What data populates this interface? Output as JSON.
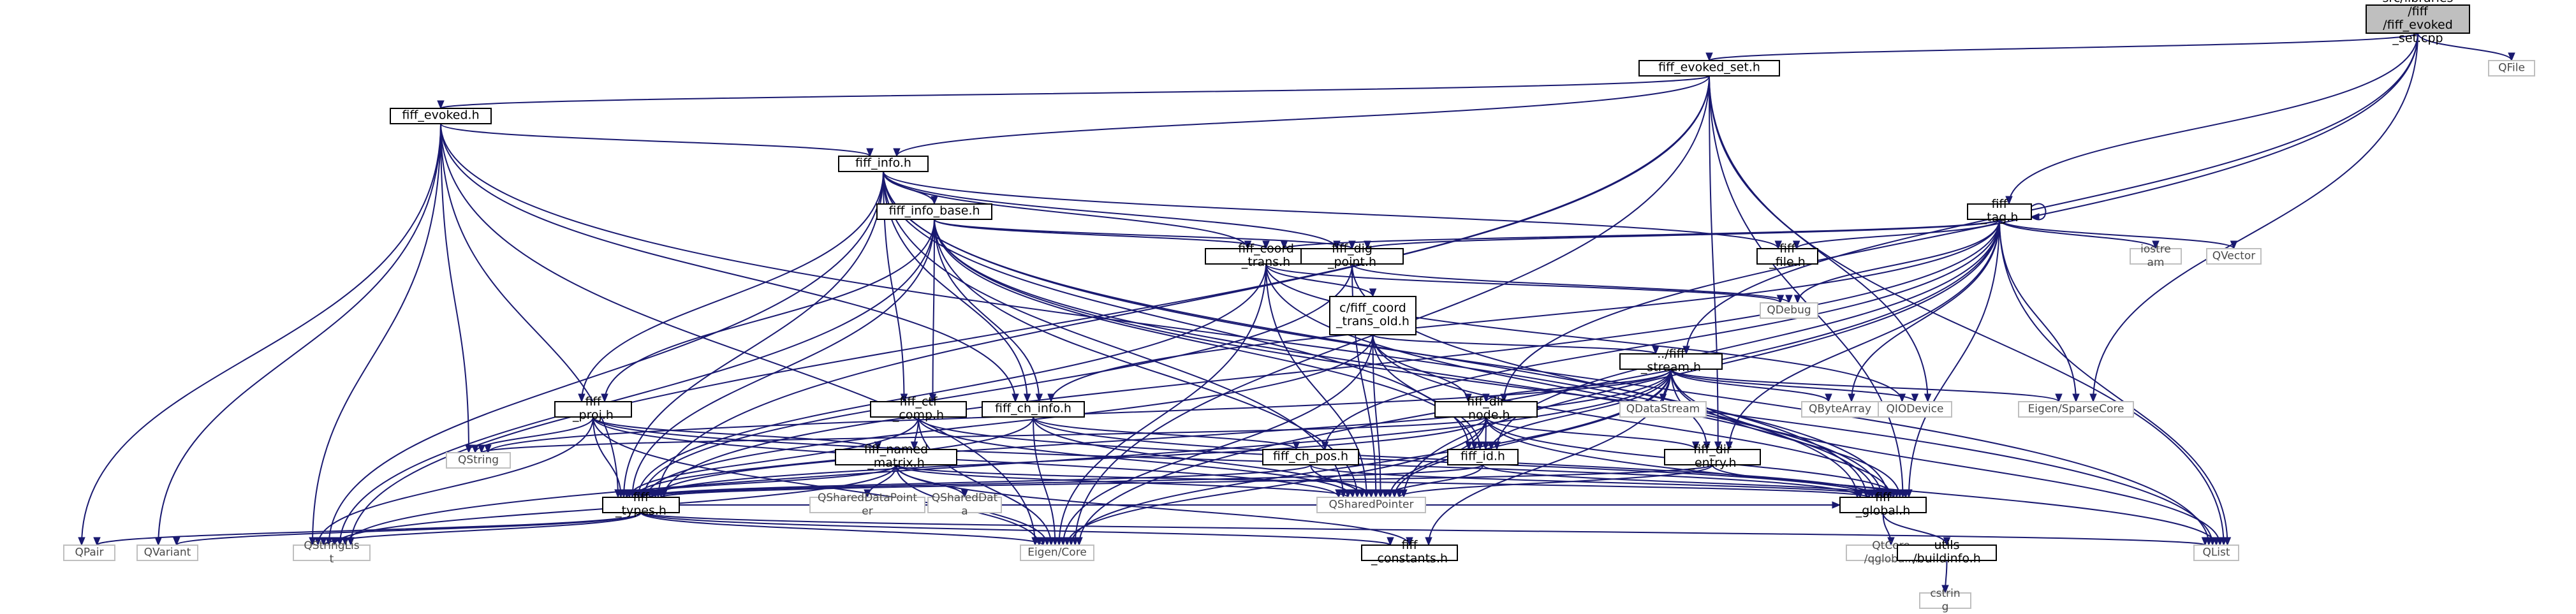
{
  "diagram": {
    "nodes": [
      {
        "id": "root",
        "label": "src/libraries/fiff/fiff_evoked_set.cpp",
        "type": "root"
      },
      {
        "id": "evokedset",
        "label": "fiff_evoked_set.h",
        "type": "local"
      },
      {
        "id": "qfile",
        "label": "QFile",
        "type": "ext"
      },
      {
        "id": "evoked",
        "label": "fiff_evoked.h",
        "type": "local"
      },
      {
        "id": "info",
        "label": "fiff_info.h",
        "type": "local"
      },
      {
        "id": "infobase",
        "label": "fiff_info_base.h",
        "type": "local"
      },
      {
        "id": "tag",
        "label": "fiff_tag.h",
        "type": "local"
      },
      {
        "id": "coordtrans",
        "label": "fiff_coord_trans.h",
        "type": "local"
      },
      {
        "id": "digpoint",
        "label": "fiff_dig_point.h",
        "type": "local"
      },
      {
        "id": "file",
        "label": "fiff_file.h",
        "type": "local"
      },
      {
        "id": "iostream",
        "label": "iostream",
        "type": "ext"
      },
      {
        "id": "qvector",
        "label": "QVector",
        "type": "ext"
      },
      {
        "id": "qdebug",
        "label": "QDebug",
        "type": "ext"
      },
      {
        "id": "ctold",
        "label": "c/fiff_coord_trans_old.h",
        "type": "local"
      },
      {
        "id": "stream",
        "label": "../fiff_stream.h",
        "type": "local"
      },
      {
        "id": "qdatastream",
        "label": "QDataStream",
        "type": "ext"
      },
      {
        "id": "qbytearray",
        "label": "QByteArray",
        "type": "ext"
      },
      {
        "id": "qiodevice",
        "label": "QIODevice",
        "type": "ext"
      },
      {
        "id": "sparsecore",
        "label": "Eigen/SparseCore",
        "type": "ext"
      },
      {
        "id": "proj",
        "label": "fiff_proj.h",
        "type": "local"
      },
      {
        "id": "ctfcomp",
        "label": "fiff_ctf_comp.h",
        "type": "local"
      },
      {
        "id": "chinfo",
        "label": "fiff_ch_info.h",
        "type": "local"
      },
      {
        "id": "dirnode",
        "label": "fiff_dir_node.h",
        "type": "local"
      },
      {
        "id": "qstring",
        "label": "QString",
        "type": "ext"
      },
      {
        "id": "namedmatrix",
        "label": "fiff_named_matrix.h",
        "type": "local"
      },
      {
        "id": "chpos",
        "label": "fiff_ch_pos.h",
        "type": "local"
      },
      {
        "id": "id",
        "label": "fiff_id.h",
        "type": "local"
      },
      {
        "id": "direntry",
        "label": "fiff_dir_entry.h",
        "type": "local"
      },
      {
        "id": "types",
        "label": "fiff_types.h",
        "type": "local"
      },
      {
        "id": "qshareddatapointer",
        "label": "QSharedDataPointer",
        "type": "ext"
      },
      {
        "id": "qshareddata",
        "label": "QSharedData",
        "type": "ext"
      },
      {
        "id": "qsharedpointer",
        "label": "QSharedPointer",
        "type": "ext"
      },
      {
        "id": "global",
        "label": "fiff_global.h",
        "type": "local"
      },
      {
        "id": "qpair",
        "label": "QPair",
        "type": "ext"
      },
      {
        "id": "qvariant",
        "label": "QVariant",
        "type": "ext"
      },
      {
        "id": "qstringlist",
        "label": "QStringList",
        "type": "ext"
      },
      {
        "id": "eigencore",
        "label": "Eigen/Core",
        "type": "ext"
      },
      {
        "id": "constants",
        "label": "fiff_constants.h",
        "type": "local"
      },
      {
        "id": "qtglobal",
        "label": "QtCore/qglobal.h",
        "type": "ext"
      },
      {
        "id": "buildinfo",
        "label": "utils/buildinfo.h",
        "type": "local"
      },
      {
        "id": "qlist",
        "label": "QList",
        "type": "ext"
      },
      {
        "id": "cstring",
        "label": "cstring",
        "type": "ext"
      }
    ],
    "edges": [
      [
        "root",
        "evokedset"
      ],
      [
        "root",
        "qfile"
      ],
      [
        "root",
        "tag"
      ],
      [
        "root",
        "stream"
      ],
      [
        "root",
        "dirnode"
      ],
      [
        "root",
        "sparsecore"
      ],
      [
        "evokedset",
        "evoked"
      ],
      [
        "evokedset",
        "info"
      ],
      [
        "evokedset",
        "types"
      ],
      [
        "evokedset",
        "qstringlist"
      ],
      [
        "evokedset",
        "eigencore"
      ],
      [
        "evokedset",
        "qiodevice"
      ],
      [
        "evokedset",
        "direntry"
      ],
      [
        "evokedset",
        "global"
      ],
      [
        "evokedset",
        "qlist"
      ],
      [
        "evoked",
        "info"
      ],
      [
        "evoked",
        "chinfo"
      ],
      [
        "evoked",
        "types"
      ],
      [
        "evoked",
        "qstring"
      ],
      [
        "evoked",
        "qpair"
      ],
      [
        "evoked",
        "qvariant"
      ],
      [
        "evoked",
        "qstringlist"
      ],
      [
        "evoked",
        "eigencore"
      ],
      [
        "evoked",
        "global"
      ],
      [
        "info",
        "infobase"
      ],
      [
        "info",
        "coordtrans"
      ],
      [
        "info",
        "digpoint"
      ],
      [
        "info",
        "file"
      ],
      [
        "info",
        "proj"
      ],
      [
        "info",
        "ctfcomp"
      ],
      [
        "info",
        "chinfo"
      ],
      [
        "info",
        "id"
      ],
      [
        "info",
        "qsharedpointer"
      ],
      [
        "info",
        "types"
      ],
      [
        "info",
        "qstringlist"
      ],
      [
        "info",
        "global"
      ],
      [
        "info",
        "qlist"
      ],
      [
        "infobase",
        "coordtrans"
      ],
      [
        "infobase",
        "digpoint"
      ],
      [
        "infobase",
        "proj"
      ],
      [
        "infobase",
        "ctfcomp"
      ],
      [
        "infobase",
        "chinfo"
      ],
      [
        "infobase",
        "id"
      ],
      [
        "infobase",
        "qsharedpointer"
      ],
      [
        "infobase",
        "types"
      ],
      [
        "infobase",
        "qstringlist"
      ],
      [
        "infobase",
        "global"
      ],
      [
        "infobase",
        "qlist"
      ],
      [
        "tag",
        "coordtrans"
      ],
      [
        "tag",
        "digpoint"
      ],
      [
        "tag",
        "file"
      ],
      [
        "tag",
        "iostream"
      ],
      [
        "tag",
        "qvector"
      ],
      [
        "tag",
        "qdebug"
      ],
      [
        "tag",
        "qbytearray"
      ],
      [
        "tag",
        "sparsecore"
      ],
      [
        "tag",
        "chinfo"
      ],
      [
        "tag",
        "chpos"
      ],
      [
        "tag",
        "id"
      ],
      [
        "tag",
        "direntry"
      ],
      [
        "tag",
        "types"
      ],
      [
        "tag",
        "global"
      ],
      [
        "tag",
        "qsharedpointer"
      ],
      [
        "tag",
        "eigencore"
      ],
      [
        "tag",
        "qlist"
      ],
      [
        "tag",
        "tag"
      ],
      [
        "coordtrans",
        "ctold"
      ],
      [
        "coordtrans",
        "qsharedpointer"
      ],
      [
        "coordtrans",
        "types"
      ],
      [
        "coordtrans",
        "qdebug"
      ],
      [
        "coordtrans",
        "eigencore"
      ],
      [
        "coordtrans",
        "global"
      ],
      [
        "coordtrans",
        "qiodevice"
      ],
      [
        "digpoint",
        "qdebug"
      ],
      [
        "digpoint",
        "qsharedpointer"
      ],
      [
        "digpoint",
        "types"
      ],
      [
        "digpoint",
        "global"
      ],
      [
        "ctold",
        "stream"
      ],
      [
        "ctold",
        "dirnode"
      ],
      [
        "ctold",
        "id"
      ],
      [
        "ctold",
        "qsharedpointer"
      ],
      [
        "ctold",
        "types"
      ],
      [
        "ctold",
        "global"
      ],
      [
        "ctold",
        "eigencore"
      ],
      [
        "stream",
        "qdatastream"
      ],
      [
        "stream",
        "qbytearray"
      ],
      [
        "stream",
        "qiodevice"
      ],
      [
        "stream",
        "sparsecore"
      ],
      [
        "stream",
        "dirnode"
      ],
      [
        "stream",
        "direntry"
      ],
      [
        "stream",
        "id"
      ],
      [
        "stream",
        "qsharedpointer"
      ],
      [
        "stream",
        "qstring"
      ],
      [
        "stream",
        "qstringlist"
      ],
      [
        "stream",
        "global"
      ],
      [
        "stream",
        "types"
      ],
      [
        "stream",
        "constants"
      ],
      [
        "stream",
        "qlist"
      ],
      [
        "stream",
        "eigencore"
      ],
      [
        "proj",
        "namedmatrix"
      ],
      [
        "proj",
        "types"
      ],
      [
        "proj",
        "qstring"
      ],
      [
        "proj",
        "qstringlist"
      ],
      [
        "proj",
        "eigencore"
      ],
      [
        "proj",
        "global"
      ],
      [
        "proj",
        "qsharedpointer"
      ],
      [
        "ctfcomp",
        "namedmatrix"
      ],
      [
        "ctfcomp",
        "types"
      ],
      [
        "ctfcomp",
        "qsharedpointer"
      ],
      [
        "ctfcomp",
        "eigencore"
      ],
      [
        "ctfcomp",
        "global"
      ],
      [
        "chinfo",
        "chpos"
      ],
      [
        "chinfo",
        "types"
      ],
      [
        "chinfo",
        "eigencore"
      ],
      [
        "chinfo",
        "qsharedpointer"
      ],
      [
        "chinfo",
        "global"
      ],
      [
        "dirnode",
        "id"
      ],
      [
        "dirnode",
        "direntry"
      ],
      [
        "dirnode",
        "types"
      ],
      [
        "dirnode",
        "qsharedpointer"
      ],
      [
        "dirnode",
        "global"
      ],
      [
        "dirnode",
        "qlist"
      ],
      [
        "dirnode",
        "qstring"
      ],
      [
        "dirnode",
        "eigencore"
      ],
      [
        "namedmatrix",
        "types"
      ],
      [
        "namedmatrix",
        "qshareddatapointer"
      ],
      [
        "namedmatrix",
        "qshareddata"
      ],
      [
        "namedmatrix",
        "qsharedpointer"
      ],
      [
        "namedmatrix",
        "qstringlist"
      ],
      [
        "namedmatrix",
        "eigencore"
      ],
      [
        "namedmatrix",
        "global"
      ],
      [
        "namedmatrix",
        "constants"
      ],
      [
        "chpos",
        "types"
      ],
      [
        "chpos",
        "qsharedpointer"
      ],
      [
        "chpos",
        "global"
      ],
      [
        "id",
        "types"
      ],
      [
        "id",
        "qsharedpointer"
      ],
      [
        "id",
        "global"
      ],
      [
        "direntry",
        "types"
      ],
      [
        "direntry",
        "qsharedpointer"
      ],
      [
        "direntry",
        "global"
      ],
      [
        "types",
        "qpair"
      ],
      [
        "types",
        "qvariant"
      ],
      [
        "types",
        "qstringlist"
      ],
      [
        "types",
        "eigencore"
      ],
      [
        "types",
        "constants"
      ],
      [
        "types",
        "global"
      ],
      [
        "types",
        "qlist"
      ],
      [
        "global",
        "qtglobal"
      ],
      [
        "global",
        "buildinfo"
      ],
      [
        "buildinfo",
        "cstring"
      ]
    ]
  }
}
